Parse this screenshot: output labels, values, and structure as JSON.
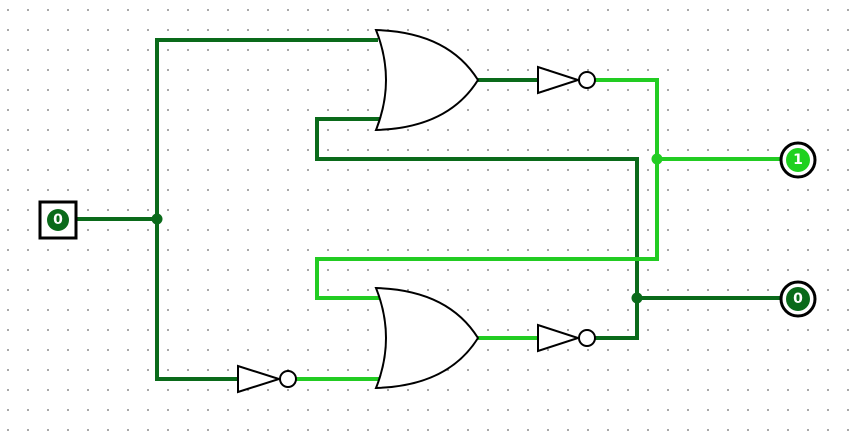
{
  "colors": {
    "wire_low": "#0a6a1a",
    "wire_high": "#22cc22",
    "pin_low": "#0a6a1a",
    "pin_high": "#1fd11f",
    "gate_stroke": "#000000",
    "grid_dot": "#9a9a9a"
  },
  "circuit": {
    "input": {
      "label": "0"
    },
    "output_q": {
      "label": "1"
    },
    "output_qbar": {
      "label": "0"
    }
  }
}
